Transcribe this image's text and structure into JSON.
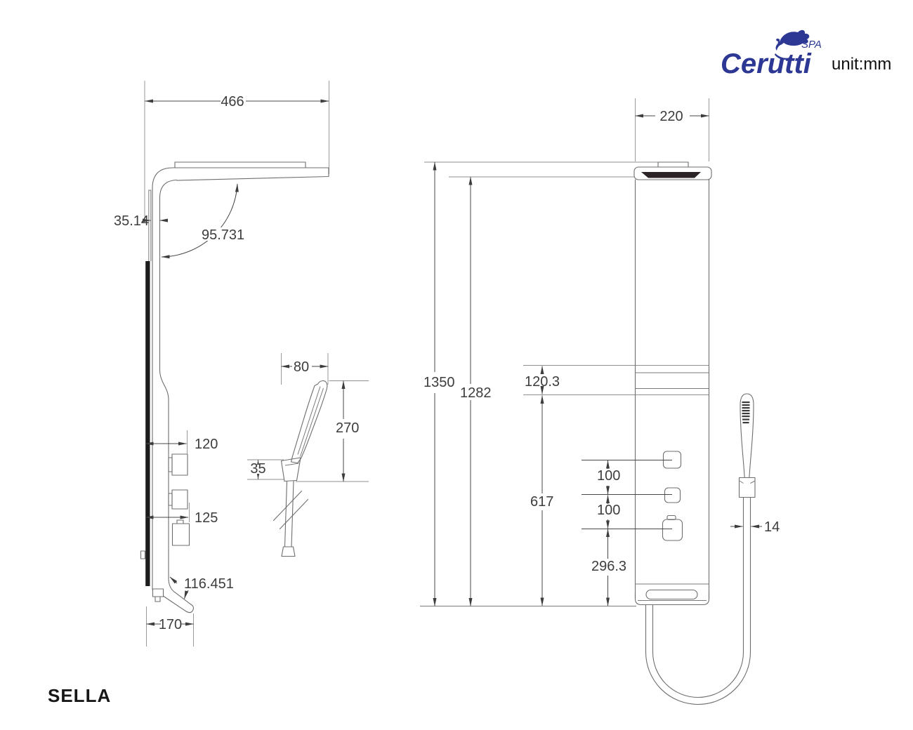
{
  "header": {
    "brand": "Cerutti",
    "brand_sub": "SPA",
    "unit_label": "unit:mm"
  },
  "title": {
    "model": "SELLA"
  },
  "side_view": {
    "top_width": "466",
    "wall_gap": "35.14",
    "arm_angle": "95.731",
    "knob1_depth": "120",
    "knob2_depth": "125",
    "spout_angle": "116.451",
    "base_depth": "170"
  },
  "hand_shower_detail": {
    "head_width": "80",
    "head_height": "270",
    "bracket_height": "35"
  },
  "front_view": {
    "panel_width": "220",
    "overall_height": "1350",
    "panel_height": "1282",
    "head_section": "120.3",
    "controls_span": "617",
    "button_gap_1": "100",
    "button_gap_2": "100",
    "bottom_section": "296.3",
    "hose_diameter": "14"
  },
  "colors": {
    "line": "#6e6e6e",
    "dimension": "#474747",
    "text": "#3d3d3d",
    "dark_fill": "#2b2326",
    "brand_navy": "#2c3894"
  }
}
